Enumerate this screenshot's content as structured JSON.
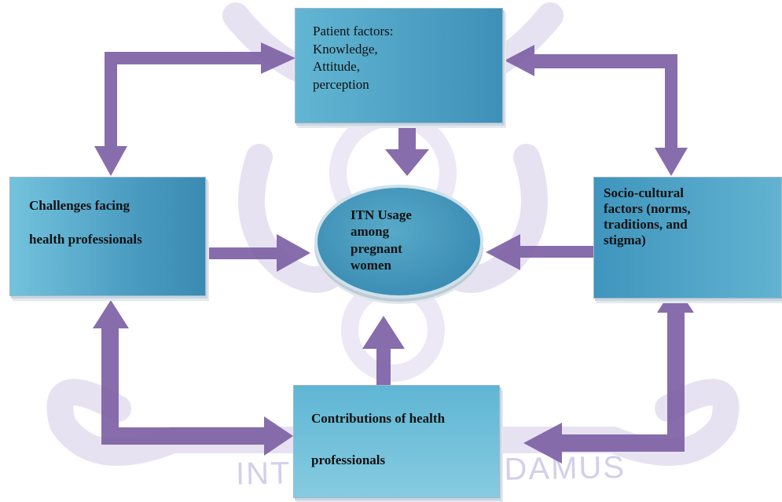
{
  "colors": {
    "arrow": "#7e62a6",
    "box_blue": "#4a9fc4",
    "watermark": "#d4cfe9"
  },
  "watermark": {
    "motto": "INTEGRI PROCEDAMUS"
  },
  "nodes": {
    "patient": {
      "lines": [
        "Patient factors:",
        "Knowledge,",
        "Attitude,",
        "perception"
      ]
    },
    "challenges": {
      "lines": [
        "Challenges facing",
        "health professionals"
      ]
    },
    "itn": {
      "lines": [
        "ITN Usage",
        "among",
        "pregnant",
        "women"
      ]
    },
    "socio": {
      "lines": [
        "Socio-cultural",
        "factors (norms,",
        "traditions,  and",
        "stigma)"
      ]
    },
    "contributions": {
      "lines": [
        "Contributions of health",
        "professionals"
      ]
    }
  }
}
